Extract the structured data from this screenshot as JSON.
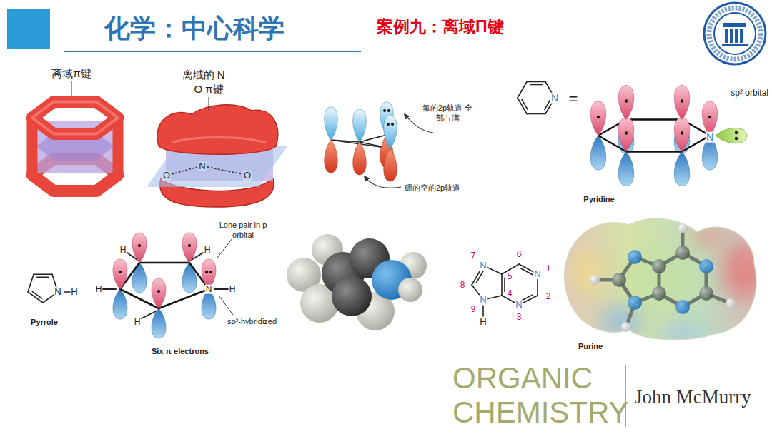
{
  "diagram": {
    "title": "化学：中心科学",
    "labels": [
      "案例九：离域Π键",
      "离域π键",
      "离域的 N—O π键",
      "O",
      "N",
      "O",
      "氟的2p轨道 全部占满",
      "硼的空的2p轨道",
      "N",
      "=",
      "N",
      "sp² orbital",
      "Pyridine",
      "Lone pair in p orbital",
      "H",
      "H",
      "H",
      "N",
      "H",
      "H",
      "sp²-hybridized",
      "Six π electrons",
      "N",
      "H",
      "Pyrrole",
      "7",
      "N",
      "5",
      "6",
      "N",
      "1",
      "8",
      "2",
      "N",
      "9",
      "4",
      "N",
      "3",
      "H",
      "Purine",
      "ORGANIC",
      "CHEMISTRY",
      "John McMurry"
    ]
  }
}
